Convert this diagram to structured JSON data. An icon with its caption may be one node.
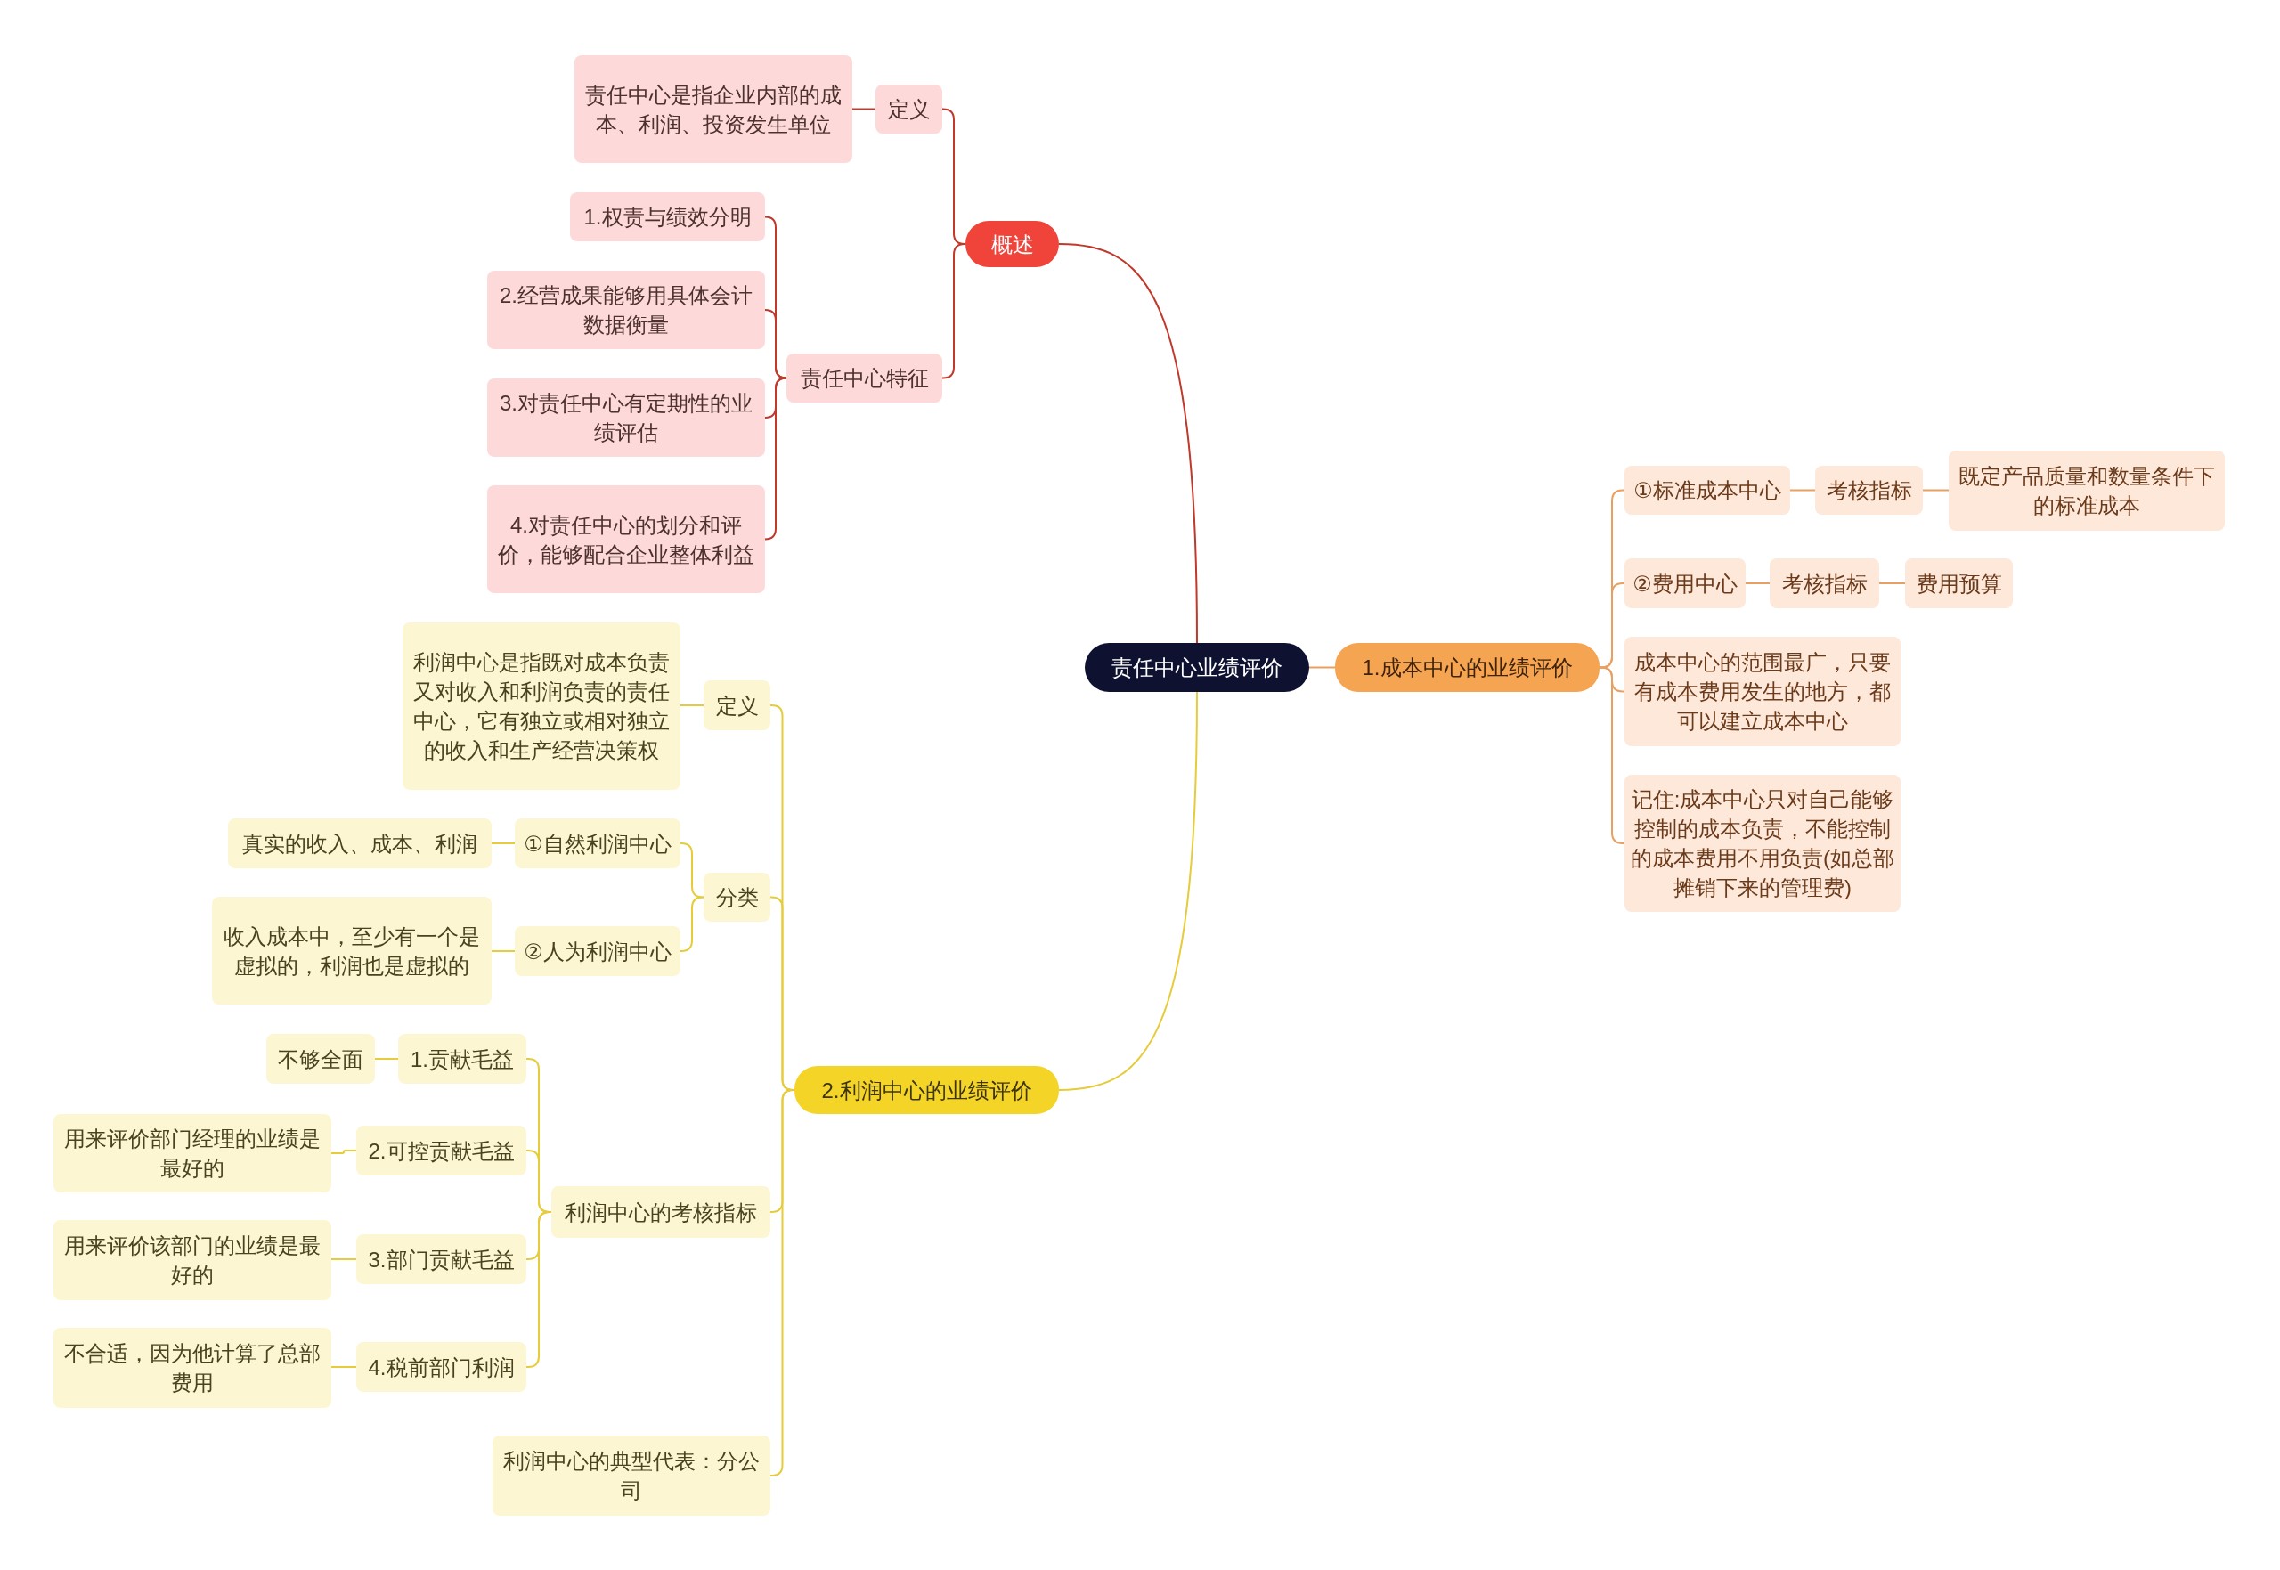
{
  "diagram": {
    "nodes": [
      {
        "text": [
          "责任中心业绩评价"
        ]
      },
      {
        "text": [
          "概述"
        ]
      },
      {
        "text": [
          "定义"
        ]
      },
      {
        "text": [
          "责任中心是指企业内部的成本、利润、投资发生单位"
        ]
      },
      {
        "text": [
          "责任中心特征"
        ]
      },
      {
        "text": [
          "1.权责与绩效分明"
        ]
      },
      {
        "text": [
          "2.经营成果能够用具体会计数据衡量"
        ]
      },
      {
        "text": [
          "3.对责任中心有定期性的业绩评估"
        ]
      },
      {
        "text": [
          "4.对责任中心的划分和评价，能够配合企业整体利益"
        ]
      },
      {
        "text": [
          "1.成本中心的业绩评价"
        ]
      },
      {
        "text": [
          "①标准成本中心"
        ]
      },
      {
        "text": [
          "考核指标"
        ]
      },
      {
        "text": [
          "既定产品质量和数量条件下的标准成本"
        ]
      },
      {
        "text": [
          "②费用中心"
        ]
      },
      {
        "text": [
          "考核指标"
        ]
      },
      {
        "text": [
          "费用预算"
        ]
      },
      {
        "text": [
          "成本中心的范围最广，只要有成本费用发生的地方，都可以建立成本中心"
        ]
      },
      {
        "text": [
          "记住:成本中心只对自己能够控制的成本负责，不能控制的成本费用不用负责(如总部摊销下来的管理费)"
        ]
      },
      {
        "text": [
          "2.利润中心的业绩评价"
        ]
      },
      {
        "text": [
          "定义"
        ]
      },
      {
        "text": [
          "利润中心是指既对成本负责又对收入和利润负责的责任中心，它有独立或相对独立的收入和生产经营决策权"
        ]
      },
      {
        "text": [
          "分类"
        ]
      },
      {
        "text": [
          "①自然利润中心"
        ]
      },
      {
        "text": [
          "真实的收入、成本、利润"
        ]
      },
      {
        "text": [
          "②人为利润中心"
        ]
      },
      {
        "text": [
          "收入成本中，至少有一个是虚拟的，利润也是虚拟的"
        ]
      },
      {
        "text": [
          "利润中心的考核指标"
        ]
      },
      {
        "text": [
          "1.贡献毛益"
        ]
      },
      {
        "text": [
          "不够全面"
        ]
      },
      {
        "text": [
          "2.可控贡献毛益"
        ]
      },
      {
        "text": [
          "用来评价部门经理的业绩是最好的"
        ]
      },
      {
        "text": [
          "3.部门贡献毛益"
        ]
      },
      {
        "text": [
          "用来评价该部门的业绩是最好的"
        ]
      },
      {
        "text": [
          "4.税前部门利润"
        ]
      },
      {
        "text": [
          "不合适，因为他计算了总部费用"
        ]
      },
      {
        "text": [
          "利润中心的典型代表：分公司"
        ]
      }
    ],
    "edges": [
      {
        "from": 0,
        "to": 1,
        "arrow": "none",
        "color": "#c0392b"
      },
      {
        "from": 1,
        "to": 2,
        "arrow": "none",
        "color": "#c0392b"
      },
      {
        "from": 2,
        "to": 3,
        "arrow": "none",
        "color": "#c0392b"
      },
      {
        "from": 1,
        "to": 4,
        "arrow": "none",
        "color": "#c0392b"
      },
      {
        "from": 4,
        "to": 5,
        "arrow": "none",
        "color": "#c0392b"
      },
      {
        "from": 4,
        "to": 6,
        "arrow": "none",
        "color": "#c0392b"
      },
      {
        "from": 4,
        "to": 7,
        "arrow": "none",
        "color": "#c0392b"
      },
      {
        "from": 4,
        "to": 8,
        "arrow": "none",
        "color": "#c0392b"
      },
      {
        "from": 0,
        "to": 9,
        "arrow": "none",
        "color": "#e8a062"
      },
      {
        "from": 9,
        "to": 10,
        "arrow": "none",
        "color": "#e8a062"
      },
      {
        "from": 10,
        "to": 11,
        "arrow": "none",
        "color": "#e8a062"
      },
      {
        "from": 11,
        "to": 12,
        "arrow": "none",
        "color": "#e8a062"
      },
      {
        "from": 9,
        "to": 13,
        "arrow": "none",
        "color": "#e8a062"
      },
      {
        "from": 13,
        "to": 14,
        "arrow": "none",
        "color": "#e8a062"
      },
      {
        "from": 14,
        "to": 15,
        "arrow": "none",
        "color": "#e8a062"
      },
      {
        "from": 9,
        "to": 16,
        "arrow": "none",
        "color": "#e8a062"
      },
      {
        "from": 9,
        "to": 17,
        "arrow": "none",
        "color": "#e8a062"
      },
      {
        "from": 0,
        "to": 18,
        "arrow": "none"
      },
      {
        "from": 18,
        "to": 19,
        "arrow": "none"
      },
      {
        "from": 19,
        "to": 20,
        "arrow": "none"
      },
      {
        "from": 18,
        "to": 21,
        "arrow": "none"
      },
      {
        "from": 21,
        "to": 22,
        "arrow": "none"
      },
      {
        "from": 22,
        "to": 23,
        "arrow": "none"
      },
      {
        "from": 21,
        "to": 24,
        "arrow": "none"
      },
      {
        "from": 24,
        "to": 25,
        "arrow": "none"
      },
      {
        "from": 18,
        "to": 26,
        "arrow": "none"
      },
      {
        "from": 26,
        "to": 27,
        "arrow": "none"
      },
      {
        "from": 27,
        "to": 28,
        "arrow": "none"
      },
      {
        "from": 26,
        "to": 29,
        "arrow": "none"
      },
      {
        "from": 29,
        "to": 30,
        "arrow": "none"
      },
      {
        "from": 26,
        "to": 31,
        "arrow": "none"
      },
      {
        "from": 31,
        "to": 32,
        "arrow": "none"
      },
      {
        "from": 26,
        "to": 33,
        "arrow": "none"
      },
      {
        "from": 33,
        "to": 34,
        "arrow": "none"
      },
      {
        "from": 18,
        "to": 35,
        "arrow": "none"
      }
    ]
  }
}
